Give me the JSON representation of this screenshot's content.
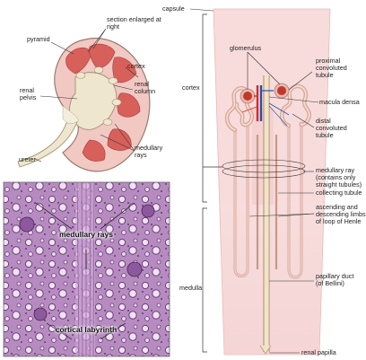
{
  "kidney_labels": {
    "pyramid": "pyramid",
    "section_enlarged": "section enlarged at right",
    "cortex": "cortex",
    "renal_pelvis": "renal pelvis",
    "renal_column": "renal column",
    "ureter": "ureter",
    "medullary_rays": "medullary rays"
  },
  "histology_labels": {
    "medullary_rays": "medullary rays",
    "cortical_labyrinth": "cortical labyrinth"
  },
  "nephron_labels": {
    "capsule": "capsule",
    "cortex": "cortex",
    "medulla": "medulla",
    "glomerulus": "glomerulus",
    "proximal_tubule": "proximal convoluted tubule",
    "macula_densa": "macula densa",
    "distal_tubule": "distal convoluted tubule",
    "medullary_ray": "medullary ray (contains only straight tubules)",
    "collecting_tubule": "collecting tubule",
    "loop_of_henle": "ascending and descending limbs of loop of Henle",
    "papillary_duct": "papillary duct (of Bellini)",
    "renal_papilla": "renal papilla"
  },
  "colors": {
    "kidney_pink": "#f2c7c3",
    "pyramid_red": "#d9605a",
    "pelvis_cream": "#efe5cc",
    "tubule_pink": "#e8b7ae",
    "vessel_red": "#d62828",
    "vessel_blue": "#2350a8",
    "histology_purple": "#b98fc3"
  }
}
